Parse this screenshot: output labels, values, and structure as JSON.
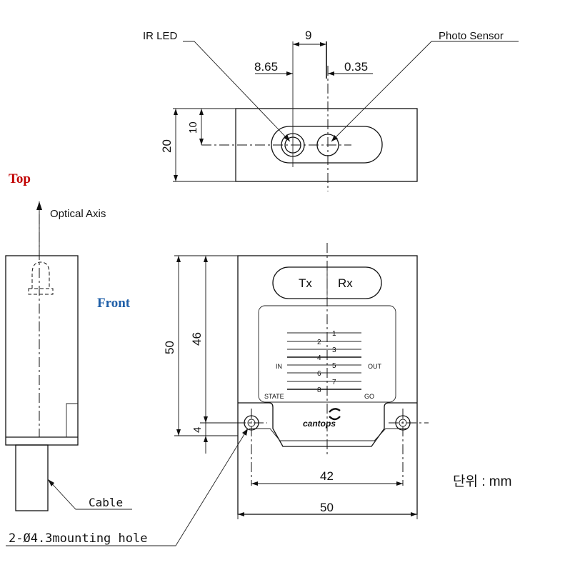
{
  "callouts": {
    "ir_led": "IR LED",
    "photo_sensor": "Photo Sensor",
    "optical_axis": "Optical Axis",
    "cable": "Cable",
    "mounting_hole": "2-Ø4.3mounting hole"
  },
  "views": {
    "top": "Top",
    "front": "Front"
  },
  "dimensions": {
    "d9": "9",
    "d8_65": "8.65",
    "d0_35": "0.35",
    "d20": "20",
    "d10": "10",
    "d50_height": "50",
    "d46": "46",
    "d4": "4",
    "d42": "42",
    "d50_width": "50"
  },
  "panel": {
    "tx": "Tx",
    "rx": "Rx",
    "in": "IN",
    "out": "OUT",
    "state": "STATE",
    "go": "GO",
    "numbers": [
      "1",
      "2",
      "3",
      "4",
      "5",
      "6",
      "7",
      "8"
    ]
  },
  "logo": {
    "text": "cantops"
  },
  "unit_label": "단위 : mm",
  "colors": {
    "top_label": "#c00000",
    "front_label": "#1f5fa8",
    "line": "#111111"
  }
}
